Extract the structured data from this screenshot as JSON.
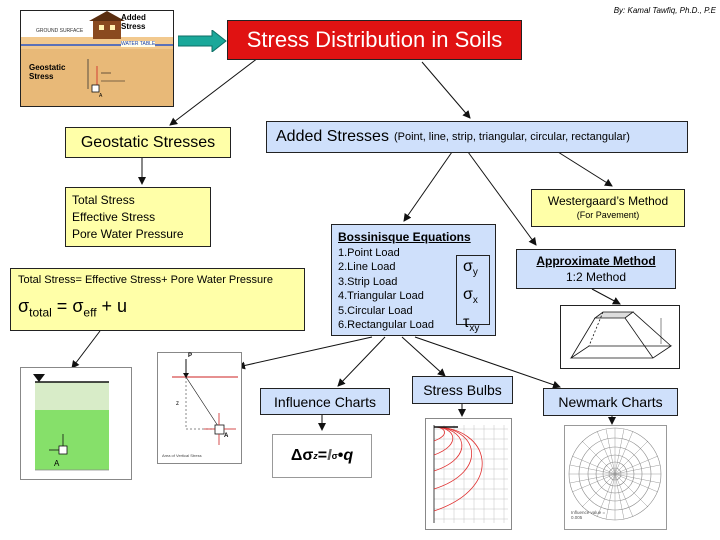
{
  "author": "By: Kamal Tawfiq, Ph.D., P.E",
  "title": "Stress Distribution in Soils",
  "thumbnail": {
    "added_stress": "Added Stress",
    "geostatic_stress": "Geostatic Stress",
    "ground_surface": "GROUND SURFACE",
    "water_table": "WATER TABLE",
    "element_label": "A"
  },
  "geostatic": {
    "title": "Geostatic Stresses",
    "items": [
      "Total Stress",
      "Effective Stress",
      "Pore Water Pressure"
    ],
    "equation_text": "Total Stress= Effective Stress+ Pore Water Pressure",
    "eq": {
      "sigma": "σ",
      "total": "total",
      "equals": " = ",
      "eff": "eff",
      "plus": " + u"
    }
  },
  "added": {
    "title": "Added Stresses",
    "subtitle": "(Point, line, strip, triangular, circular, rectangular)"
  },
  "westergaard": {
    "title": "Westergaard’s Method",
    "subtitle": "(For Pavement)"
  },
  "boussinesq": {
    "title": "Bossinisque Equations",
    "items": [
      "1.Point Load",
      "2.Line Load",
      "3.Strip Load",
      "4.Triangular Load",
      "5.Circular Load",
      "6.Rectangular Load"
    ],
    "symbols": [
      {
        "base": "σ",
        "sub": "y"
      },
      {
        "base": "σ",
        "sub": "x"
      },
      {
        "base": "τ",
        "sub": "xy"
      }
    ]
  },
  "approximate": {
    "title": "Approximate Method",
    "subtitle": "1:2 Method"
  },
  "charts": {
    "influence": "Influence Charts",
    "bulbs": "Stress Bulbs",
    "newmark": "Newmark Charts"
  },
  "formula": {
    "delta_sigma": "Δσ",
    "z": "z",
    "eq": " = ",
    "i": "I",
    "sigma": "σ",
    "dot": " • ",
    "q": "q"
  },
  "point_load_fig": {
    "p": "P",
    "z": "z",
    "a": "A",
    "caption": "Area of Vertical Stress"
  },
  "newmark_fig": {
    "caption": "Influence value = 0.005"
  },
  "colors": {
    "title_bg": "#e01212",
    "yellow": "#ffffa8",
    "blue": "#cfe0fb",
    "arrow": "#1aa89a"
  }
}
